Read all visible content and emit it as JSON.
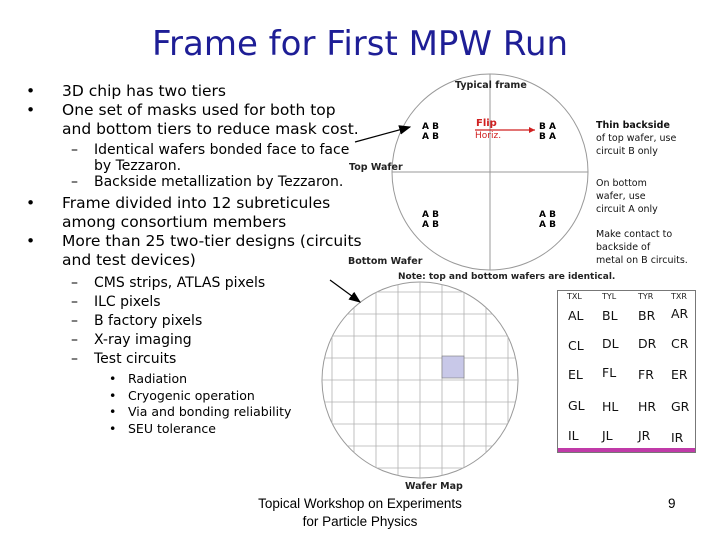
{
  "title": "Frame for First MPW Run",
  "bullets": {
    "b1": "3D chip has two tiers",
    "b2": "One set of masks used for both top and bottom tiers to reduce mask cost.",
    "b2_sub1": "Identical wafers bonded face to face by Tezzaron.",
    "b2_sub2": "Backside metallization by Tezzaron.",
    "b3": "Frame divided into 12 subreticules among consortium members",
    "b4": "More than 25 two-tier designs (circuits and test devices)",
    "b4_sub1": "CMS strips, ATLAS pixels",
    "b4_sub2": "ILC pixels",
    "b4_sub3": "B factory pixels",
    "b4_sub4": "X-ray imaging",
    "b4_sub5": "Test circuits",
    "b4_sub5_1": "Radiation",
    "b4_sub5_2": "Cryogenic operation",
    "b4_sub5_3": "Via and bonding reliability",
    "b4_sub5_4": "SEU tolerance"
  },
  "diagram": {
    "typical_frame": "Typical frame",
    "flip": "Flip",
    "horiz": "Horiz.",
    "top_wafer": "Top Wafer",
    "bottom_wafer": "Bottom Wafer",
    "note_identical": "Note: top and bottom wafers are identical.",
    "cell_a": "A",
    "cell_b": "B",
    "note_thin_1": "Thin backside",
    "note_thin_2": "of top wafer, use",
    "note_thin_3": "circuit B only",
    "note_bottom_1": "On bottom",
    "note_bottom_2": "wafer, use",
    "note_bottom_3": "circuit A only",
    "note_contact_1": "Make contact to",
    "note_contact_2": "backside of",
    "note_contact_3": "metal on B circuits.",
    "wafer_map": "Wafer Map",
    "accent_color": "#d02020"
  },
  "subreticule": {
    "headers": [
      "TXL",
      "TYL",
      "TYR",
      "TXR"
    ],
    "rows": [
      [
        "AL",
        "BL",
        "BR",
        "AR"
      ],
      [
        "CL",
        "DL",
        "DR",
        "CR"
      ],
      [
        "EL",
        "FL",
        "FR",
        "ER"
      ],
      [
        "GL",
        "HL",
        "HR",
        "GR"
      ],
      [
        "IL",
        "JL",
        "JR",
        "IR"
      ]
    ],
    "bottom_bar_color": "#c03aa8"
  },
  "footer": {
    "line1": "Topical Workshop on Experiments",
    "line2": "for Particle Physics",
    "page": "9"
  }
}
